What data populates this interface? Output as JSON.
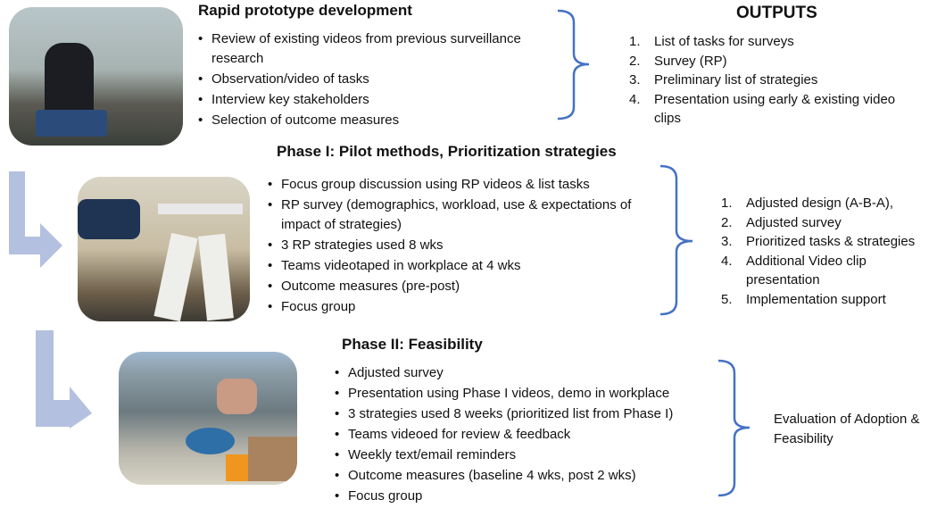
{
  "colors": {
    "brace": "#4472c4",
    "arrow": "#b4c0e0"
  },
  "rp": {
    "title": "Rapid prototype development",
    "bullets": [
      "Review of existing videos from previous surveillance research",
      "Observation/video of tasks",
      "Interview key stakeholders",
      "Selection of outcome measures"
    ]
  },
  "outputs": {
    "title": "OUTPUTS",
    "items": [
      {
        "n": "1.",
        "t": "List of tasks for surveys"
      },
      {
        "n": "2.",
        "t": "Survey (RP)"
      },
      {
        "n": "3.",
        "t": "Preliminary list of strategies"
      },
      {
        "n": "4.",
        "t": "Presentation using early & existing video clips"
      }
    ]
  },
  "phase1": {
    "title": "Phase I: Pilot methods, Prioritization strategies",
    "bullets": [
      "Focus group discussion using RP videos & list tasks",
      "RP survey (demographics, workload, use & expectations of impact of strategies)",
      "3 RP strategies used 8 wks",
      "Teams videotaped in workplace at 4 wks",
      "Outcome measures (pre-post)",
      "Focus group"
    ],
    "outputs": [
      {
        "n": "1.",
        "t": "Adjusted design (A-B-A),"
      },
      {
        "n": "2.",
        "t": "Adjusted survey"
      },
      {
        "n": "3.",
        "t": "Prioritized tasks & strategies"
      },
      {
        "n": "4.",
        "t": "Additional Video clip presentation"
      },
      {
        "n": "5.",
        "t": "Implementation support"
      }
    ]
  },
  "phase2": {
    "title": "Phase II: Feasibility",
    "bullets": [
      "Adjusted survey",
      "Presentation using Phase I videos, demo in workplace",
      "3 strategies used 8 weeks (prioritized list from Phase I)",
      "Teams videoed for review & feedback",
      "Weekly text/email reminders",
      "Outcome measures (baseline 4 wks, post 2 wks)",
      "Focus group"
    ],
    "output": "Evaluation of Adoption & Feasibility"
  }
}
